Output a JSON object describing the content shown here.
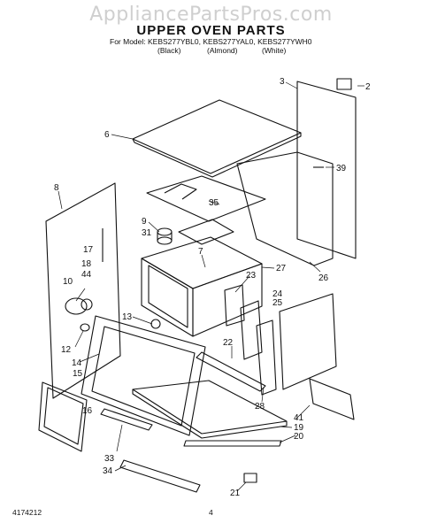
{
  "header": {
    "watermark": "AppliancePartsPros.com",
    "title": "UPPER OVEN PARTS",
    "models": "For Model: KEBS277YBL0, KEBS277YAL0, KEBS277YWH0",
    "finishes": [
      "(Black)",
      "(Almond)",
      "(White)"
    ]
  },
  "callouts": [
    "2",
    "3",
    "6",
    "39",
    "35",
    "8",
    "9",
    "31",
    "18",
    "17",
    "7",
    "27",
    "26",
    "44",
    "10",
    "23",
    "24",
    "25",
    "22",
    "12",
    "13",
    "14",
    "15",
    "16",
    "28",
    "41",
    "19",
    "20",
    "33",
    "34",
    "21"
  ],
  "footer": {
    "left": "4174212",
    "page": "4"
  }
}
